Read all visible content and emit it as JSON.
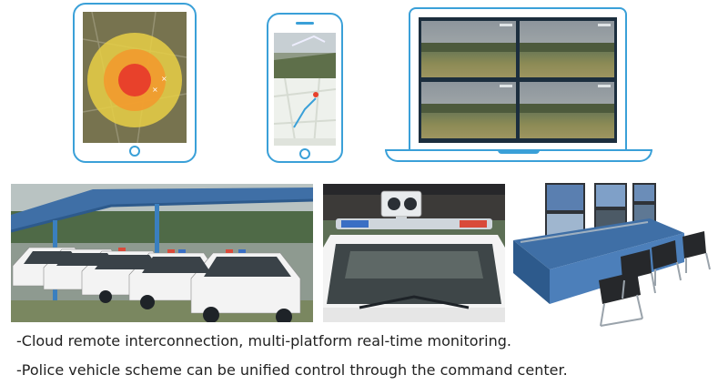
{
  "captions": {
    "line1": "-Cloud remote interconnection, multi-platform real-time monitoring.",
    "line2": "-Police vehicle scheme can be unified control through the command center."
  },
  "colors": {
    "device_outline": "#3aa0d8",
    "caption_text": "#222222",
    "heat_red": "#e8412b",
    "heat_orange": "#f29a2e",
    "heat_yellow": "#e7cf45"
  },
  "icons": [
    "tablet-device",
    "phone-device",
    "laptop-device",
    "police-car-fleet",
    "vehicle-camera",
    "command-console"
  ]
}
